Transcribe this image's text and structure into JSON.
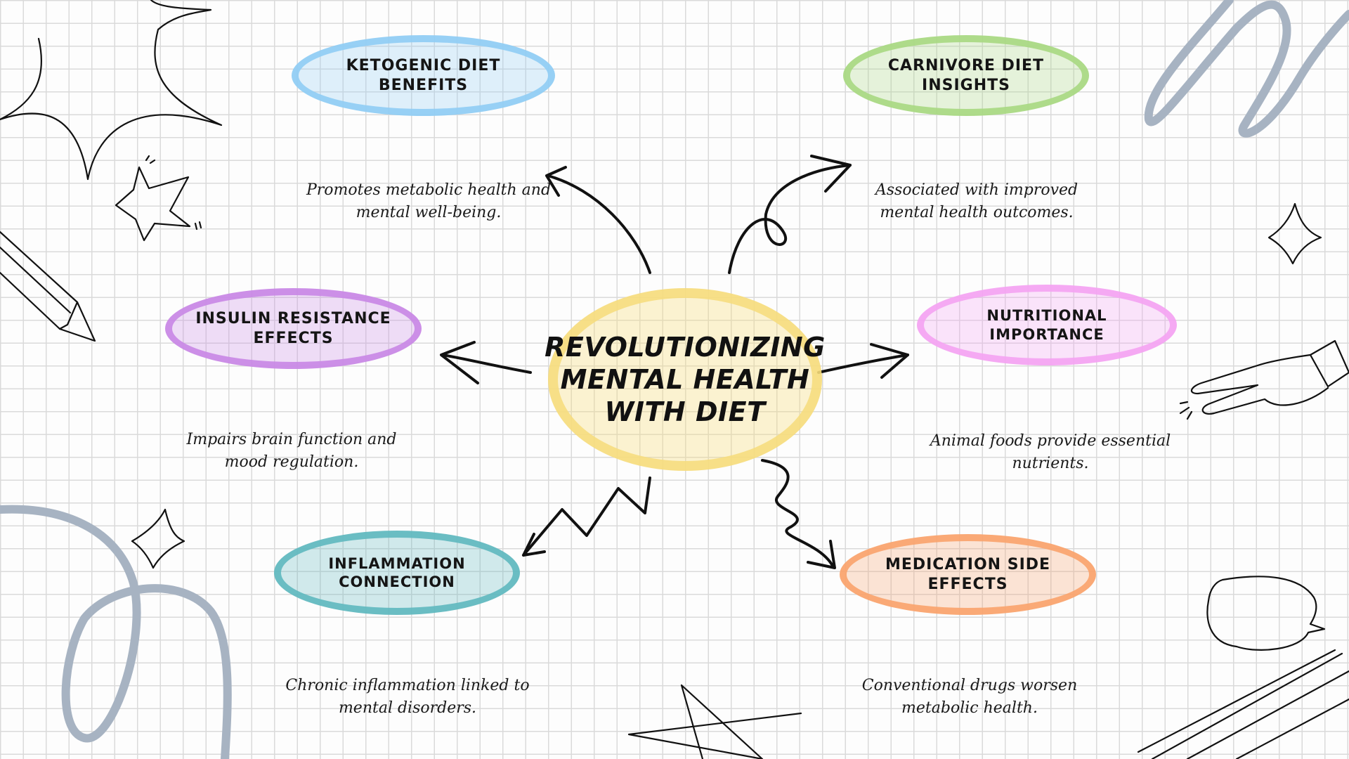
{
  "central": {
    "title": "Revolutionizing Mental Health with Diet",
    "color": "#f6dc7a"
  },
  "nodes": [
    {
      "id": "ketogenic",
      "label": "Ketogenic Diet Benefits",
      "description": "Promotes metabolic health and mental well-being.",
      "color": "#8fcdf5"
    },
    {
      "id": "carnivore",
      "label": "Carnivore Diet Insights",
      "description": "Associated with improved mental health outcomes.",
      "color": "#a9d882"
    },
    {
      "id": "insulin",
      "label": "Insulin Resistance Effects",
      "description": "Impairs brain function and mood regulation.",
      "color": "#c987e6"
    },
    {
      "id": "nutritional",
      "label": "Nutritional Importance",
      "description": "Animal foods provide essential nutrients.",
      "color": "#f5a3f3"
    },
    {
      "id": "inflammation",
      "label": "Inflammation Connection",
      "description": "Chronic inflammation linked to mental disorders.",
      "color": "#5fb8bf"
    },
    {
      "id": "medication",
      "label": "Medication Side Effects",
      "description": "Conventional drugs worsen metabolic health.",
      "color": "#f9a36c"
    }
  ],
  "decor": {
    "ink_color": "#111111",
    "swirl_color": "#a7b3c2"
  }
}
